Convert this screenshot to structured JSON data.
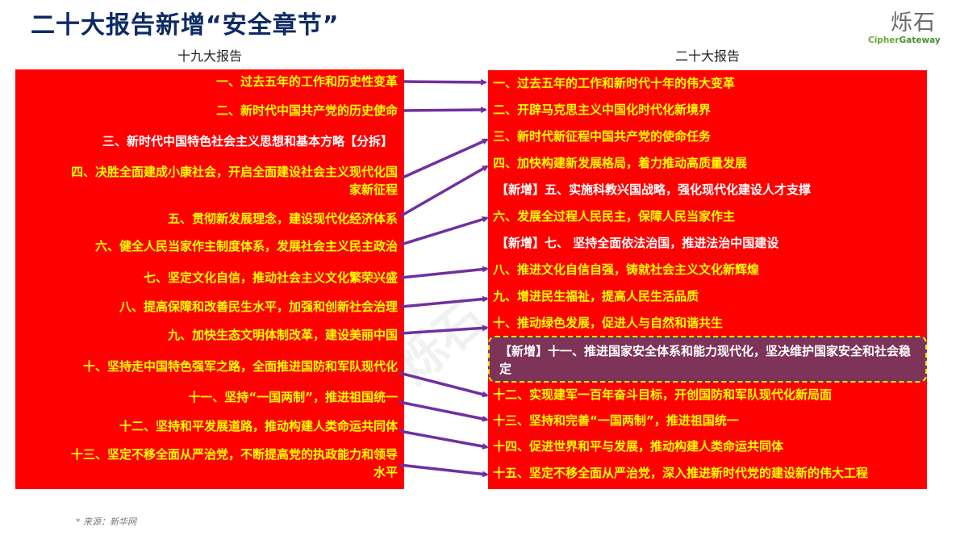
{
  "title": "二十大报告新增“安全章节”",
  "logo": {
    "cn": "烁石",
    "en_part1": "Cipher",
    "en_part2": "Gateway"
  },
  "columns": {
    "left_header": "十九大报告",
    "right_header": "二十大报告"
  },
  "left_items": [
    "一、过去五年的工作和历史性变革",
    "二、新时代中国共产党的历史使命",
    "三、新时代中国特色社会主义思想和基本方略【分拆】",
    "四、决胜全面建成小康社会，开启全面建设社会主义现代化国家新征程",
    "五、贯彻新发展理念，建设现代化经济体系",
    "六、健全人民当家作主制度体系，发展社会主义民主政治",
    "七、坚定文化自信，推动社会主义文化繁荣兴盛",
    "八、提高保障和改善民生水平，加强和创新社会治理",
    "九、加快生态文明体制改革，建设美丽中国",
    "十、坚持走中国特色强军之路，全面推进国防和军队现代化",
    "十一、坚持“一国两制”，推进祖国统一",
    "十二、坚持和平发展道路，推动构建人类命运共同体",
    "十三、坚定不移全面从严治党，不断提高党的执政能力和领导水平"
  ],
  "left_item4_line1": "四、决胜全面建成小康社会，开启全面建设社会主义现代化国",
  "left_item4_line2": "家新征程",
  "left_item13_line1": "十三、坚定不移全面从严治党，不断提高党的执政能力和领导",
  "left_item13_line2": "水平",
  "right_items": [
    "一、过去五年的工作和新时代十年的伟大变革",
    "二、开辟马克思主义中国化时代化新境界",
    "三、新时代新征程中国共产党的使命任务",
    "四、加快构建新发展格局，着力推动高质量发展",
    "【新增】五、实施科教兴国战略，强化现代化建设人才支撑",
    "六、发展全过程人民民主，保障人民当家作主",
    "【新增】七、 坚持全面依法治国，推进法治中国建设",
    "八、推进文化自信自强，铸就社会主义文化新辉煌",
    "九、增进民生福祉，提高人民生活品质",
    "十、推动绿色发展，促进人与自然和谐共生",
    "【新增】十一、推进国家安全体系和能力现代化，坚决维护国家安全和社会稳定",
    "十二、实现建军一百年奋斗目标，开创国防和军队现代化新局面",
    "十三、坚持和完善“一国两制”，推进祖国统一",
    "十四、促进世界和平与发展，推动构建人类命运共同体",
    "十五、坚定不移全面从严治党，深入推进新时代党的建设新的伟大工程"
  ],
  "mappings": [
    {
      "from": "左1",
      "to": "右1"
    },
    {
      "from": "左2",
      "to": "右2"
    },
    {
      "from": "左4",
      "to": "右3"
    },
    {
      "from": "左5",
      "to": "右4"
    },
    {
      "from": "左6",
      "to": "右6"
    },
    {
      "from": "左7",
      "to": "右8"
    },
    {
      "from": "左8",
      "to": "右9"
    },
    {
      "from": "左9",
      "to": "右10"
    },
    {
      "from": "左10",
      "to": "右12"
    },
    {
      "from": "左11",
      "to": "右13"
    },
    {
      "from": "左12",
      "to": "右14"
    },
    {
      "from": "左13",
      "to": "右15"
    }
  ],
  "source": "* 来源：新华网",
  "colors": {
    "panel_red": "#ff0000",
    "item_yellow": "#ffff00",
    "new_white": "#ffffff",
    "highlight_bg": "#7e3358",
    "highlight_border": "#ffe400",
    "arrow_purple": "#7030a0",
    "title_navy": "#0d2a64"
  }
}
